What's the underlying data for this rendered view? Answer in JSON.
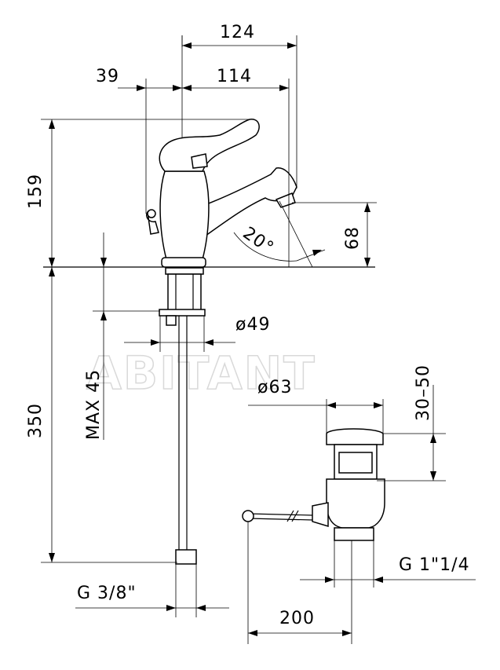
{
  "watermark": "ABITANT",
  "dimensions": {
    "d124": "124",
    "d39": "39",
    "d114": "114",
    "d159": "159",
    "d68": "68",
    "angle": "20°",
    "dia49": "ø49",
    "max45": "MAX 45",
    "d350": "350",
    "dia63": "ø63",
    "d30_50": "30–50",
    "g_3_8": "G 3/8\"",
    "g_1_1_4": "G 1\"1/4",
    "d200": "200"
  }
}
